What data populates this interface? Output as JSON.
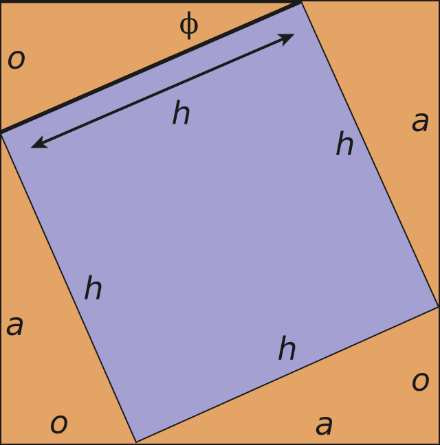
{
  "colors": {
    "background": "#e4a466",
    "square": "#a4a1d2",
    "stroke": "#1b1b1b"
  },
  "labels": {
    "angle": "ϕ",
    "o_top_left": "o",
    "h_arrow": "h",
    "a_right": "a",
    "h_right": "h",
    "h_left": "h",
    "a_left": "a",
    "h_bottom": "h",
    "o_right": "o",
    "o_bottom": "o",
    "a_bottom": "a"
  }
}
